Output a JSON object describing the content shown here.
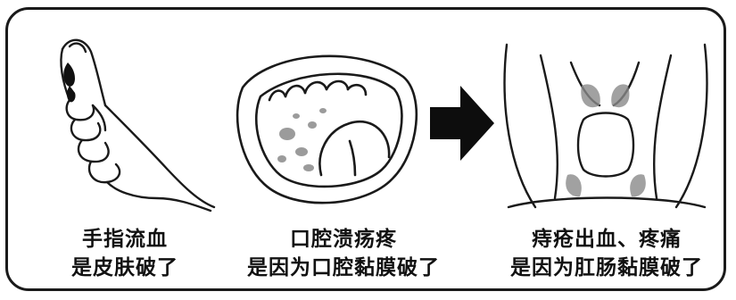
{
  "panels": [
    {
      "line1": "手指流血",
      "line2": "是皮肤破了"
    },
    {
      "line1": "口腔溃疡疼",
      "line2": "是因为口腔黏膜破了"
    },
    {
      "line1": "痔疮出血、疼痛",
      "line2": "是因为肛肠黏膜破了"
    }
  ],
  "icons": [
    "bleeding-finger-illustration",
    "mouth-ulcer-illustration",
    "right-arrow-icon",
    "anal-anatomy-illustration"
  ],
  "colors": {
    "ink": "#111111",
    "shade": "#8a8a8a",
    "background": "#ffffff"
  }
}
